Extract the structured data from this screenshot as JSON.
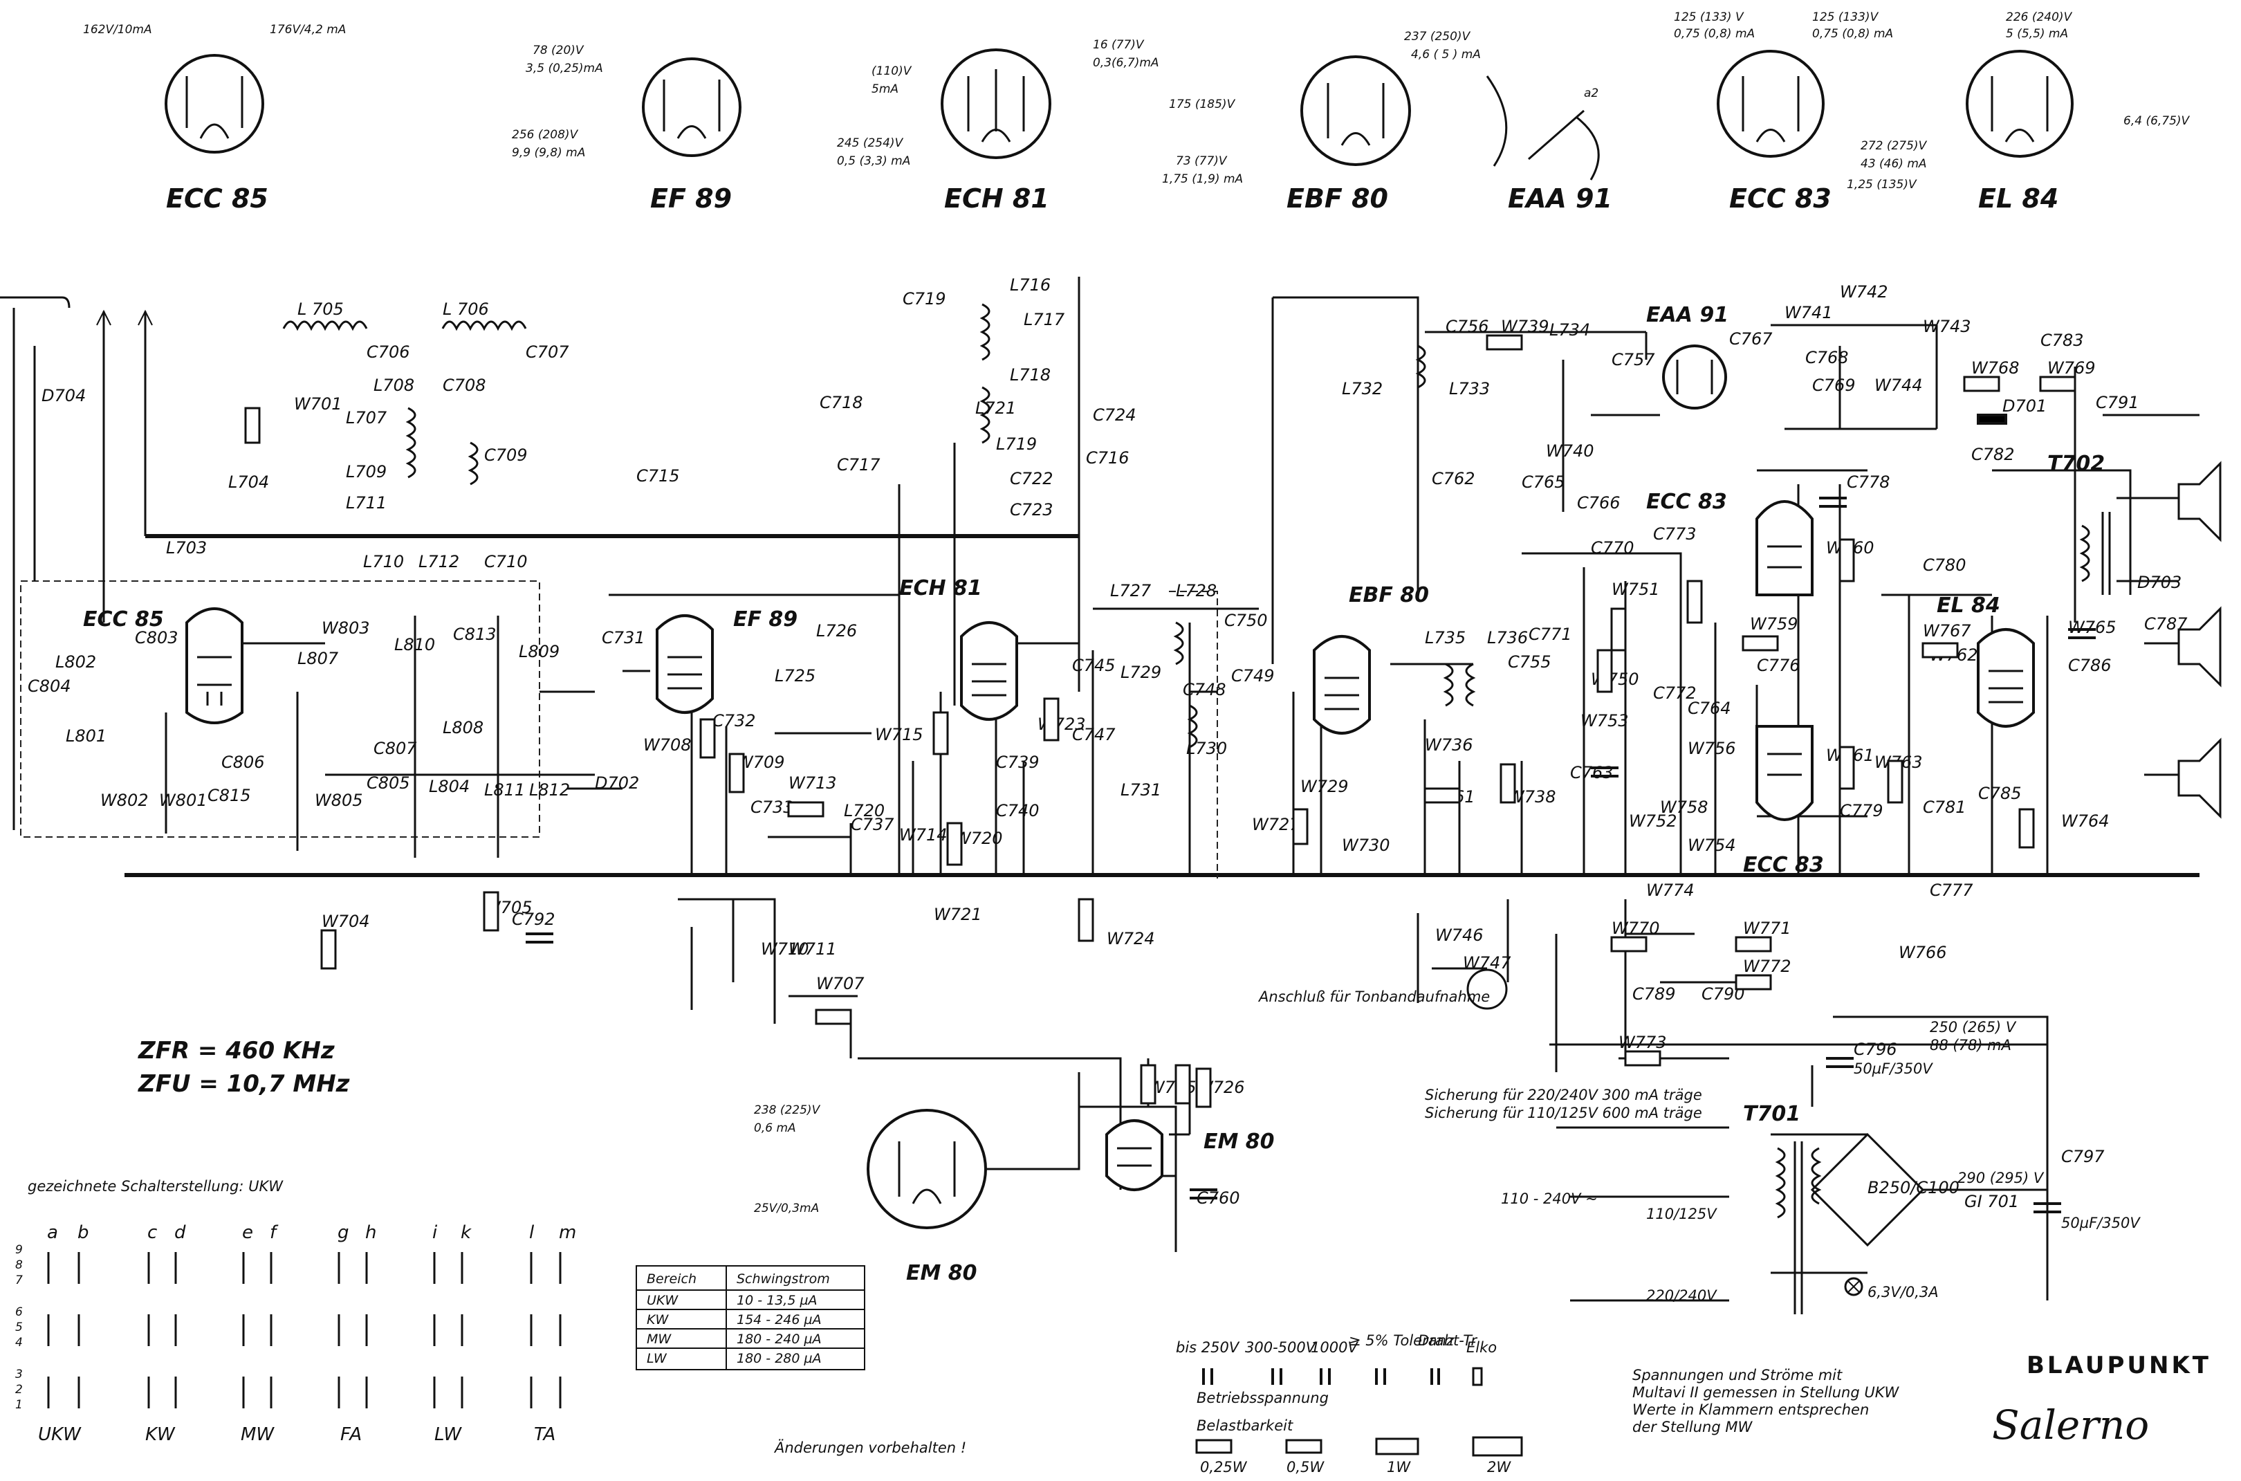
{
  "tube_bases": [
    {
      "label": "ECC 85",
      "notes": [
        "162V/10mA",
        "176V/4,2 mA"
      ]
    },
    {
      "label": "EF 89",
      "notes": [
        "78 (20)V",
        "3,5 (0,25)mA",
        "256 (208)V",
        "9,9 (9,8) mA"
      ]
    },
    {
      "label": "ECH 81",
      "notes": [
        "16 (77)V",
        "0,3(6,7)mA",
        "(110)V",
        "5mA",
        "245 (254)V",
        "0,5 (3,3) mA"
      ]
    },
    {
      "label": "EBF 80",
      "notes": [
        "237 (250)V",
        "4,6 ( 5 ) mA",
        "175 (185)V",
        "73 (77)V",
        "1,75 (1,9) mA"
      ]
    },
    {
      "label": "EAA 91",
      "notes": []
    },
    {
      "label": "ECC 83",
      "notes": [
        "125 (133) V",
        "0,75 (0,8) mA",
        "125 (133)V",
        "0,75 (0,8) mA",
        "1,25 (135)V"
      ]
    },
    {
      "label": "EL 84",
      "notes": [
        "226 (240)V",
        "5 (5,5) mA",
        "6,4 (6,75)V",
        "272 (275)V",
        "43 (46) mA"
      ]
    }
  ],
  "stage_tubes": {
    "ecc85": "ECC 85",
    "ef89": "EF 89",
    "ech81": "ECH 81",
    "ebf80": "EBF 80",
    "eaa91": "EAA 91",
    "ecc83_top": "ECC 83",
    "ecc83_bottom": "ECC 83",
    "el84": "EL 84",
    "em80_small": "EM 80",
    "em80_big": "EM 80"
  },
  "components": {
    "coils": [
      "L 705",
      "L 706",
      "L708",
      "L707",
      "L709",
      "L711",
      "L710",
      "L712",
      "L703",
      "L704",
      "L802",
      "L801",
      "L807",
      "L810",
      "L808",
      "L809",
      "L811",
      "L812",
      "L804",
      "L716",
      "L717",
      "L718",
      "L719",
      "L721",
      "L726",
      "L725",
      "L727",
      "L728",
      "L729",
      "L730",
      "L731",
      "L720",
      "L732",
      "L733",
      "L734",
      "L735",
      "L736"
    ],
    "caps": [
      "C706",
      "C707",
      "C708",
      "C709",
      "C710",
      "C715",
      "C716",
      "C719",
      "C718",
      "C717",
      "C722",
      "C723",
      "C724",
      "C731",
      "C732",
      "C733",
      "C737",
      "C739",
      "C740",
      "C745",
      "C747",
      "C748",
      "C749",
      "C750",
      "C755",
      "C756",
      "C757",
      "C762",
      "C765",
      "C766",
      "C767",
      "C768",
      "C769",
      "C770",
      "C771",
      "C772",
      "C773",
      "C776",
      "C778",
      "C779",
      "C780",
      "C781",
      "C782",
      "C783",
      "C785",
      "C786",
      "C787",
      "C791",
      "C792",
      "C796",
      "C797",
      "C803",
      "C804",
      "C805",
      "C806",
      "C807",
      "C813",
      "C815",
      "C760",
      "C761",
      "C763",
      "C764",
      "C789",
      "C790",
      "C777"
    ],
    "resistors": [
      "W701",
      "W801",
      "W802",
      "W803",
      "W805",
      "W704",
      "W705",
      "W707",
      "W708",
      "W709",
      "W710",
      "W711",
      "W713",
      "W714",
      "W715",
      "W720",
      "W721",
      "W723",
      "W724",
      "W725",
      "W726",
      "W727",
      "W729",
      "W730",
      "W736",
      "W738",
      "W739",
      "W740",
      "W741",
      "W742",
      "W743",
      "W744",
      "W746",
      "W747",
      "W750",
      "W751",
      "W752",
      "W753",
      "W754",
      "W756",
      "W758",
      "W759",
      "W760",
      "W761",
      "W762",
      "W763",
      "W764",
      "W765",
      "W766",
      "W767",
      "W768",
      "W769",
      "W770",
      "W771",
      "W772",
      "W773",
      "W774"
    ],
    "diodes": [
      "D704",
      "D702",
      "D701",
      "D703"
    ],
    "transformers": [
      "T702",
      "T701"
    ],
    "rectifier": "B250/C100",
    "lamp": "GI 701"
  },
  "supply_notes": {
    "fuse_220": "Sicherung für 220/240V  300 mA träge",
    "fuse_110": "Sicherung für 110/125V  600 mA träge",
    "mains_range": "110 - 240V ~",
    "tap_110": "110/125V",
    "tap_220": "220/240V",
    "heater": "6,3V/0,3A",
    "hv_1": "250 (265) V",
    "hv_1_current": "88 (78) mA",
    "hv_2": "290 (295) V",
    "c796_value": "50µF/350V",
    "c797_value": "50µF/350V",
    "tape_jack": "Anschluß für Tonbandaufnahme"
  },
  "frequencies": {
    "zfr": "ZFR = 460 KHz",
    "zfu": "ZFU = 10,7 MHz"
  },
  "switch_panel": {
    "title": "gezeichnete Schalterstellung: UKW",
    "columns": [
      "a",
      "b",
      "c",
      "d",
      "e",
      "f",
      "g",
      "h",
      "i",
      "k",
      "l",
      "m"
    ],
    "row_numbers": [
      "9",
      "8",
      "7",
      "6",
      "5",
      "4",
      "3",
      "2",
      "1"
    ],
    "bands": [
      "UKW",
      "KW",
      "MW",
      "FA",
      "LW",
      "TA"
    ]
  },
  "oscillator_table": {
    "headers": [
      "Bereich",
      "Schwingstrom"
    ],
    "rows": [
      [
        "UKW",
        "10 - 13,5 µA"
      ],
      [
        "KW",
        "154 - 246 µA"
      ],
      [
        "MW",
        "180 - 240 µA"
      ],
      [
        "LW",
        "180 - 280 µA"
      ]
    ]
  },
  "legend": {
    "voltage_heads": [
      "bis 250V",
      "300-500V",
      "1000V",
      "≥ 5% Toleranz",
      "Draht-Tr",
      "Elko"
    ],
    "voltage_caption": "Betriebsspannung",
    "load_caption": "Belastbarkeit",
    "load_values": [
      "0,25W",
      "0,5W",
      "1W",
      "2W"
    ]
  },
  "footer": {
    "changes": "Änderungen vorbehalten !",
    "measure_note": [
      "Spannungen und Ströme mit",
      "Multavi II gemessen in Stellung UKW",
      "Werte in Klammern entsprechen",
      "der Stellung MW"
    ],
    "brand": "BLAUPUNKT",
    "model": "Salerno"
  }
}
